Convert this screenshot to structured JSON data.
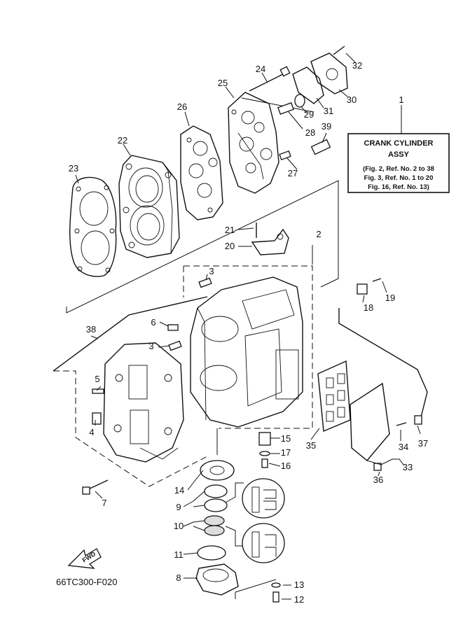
{
  "legend": {
    "ref": "1",
    "title_line1": "CRANK CYLINDER",
    "title_line2": "ASSY",
    "refs": [
      "(Fig. 2, Ref. No. 2 to 38",
      "Fig. 3, Ref. No. 1 to 20",
      "Fig. 16, Ref. No. 13)"
    ]
  },
  "drawing_code": "66TC300-F020",
  "fwd_label": "FWD",
  "callouts": [
    "2",
    "3",
    "3",
    "4",
    "5",
    "6",
    "7",
    "8",
    "9",
    "10",
    "11",
    "12",
    "13",
    "14",
    "15",
    "16",
    "17",
    "18",
    "19",
    "20",
    "21",
    "22",
    "23",
    "24",
    "25",
    "26",
    "27",
    "28",
    "29",
    "30",
    "31",
    "32",
    "33",
    "34",
    "35",
    "36",
    "37",
    "38",
    "39"
  ]
}
